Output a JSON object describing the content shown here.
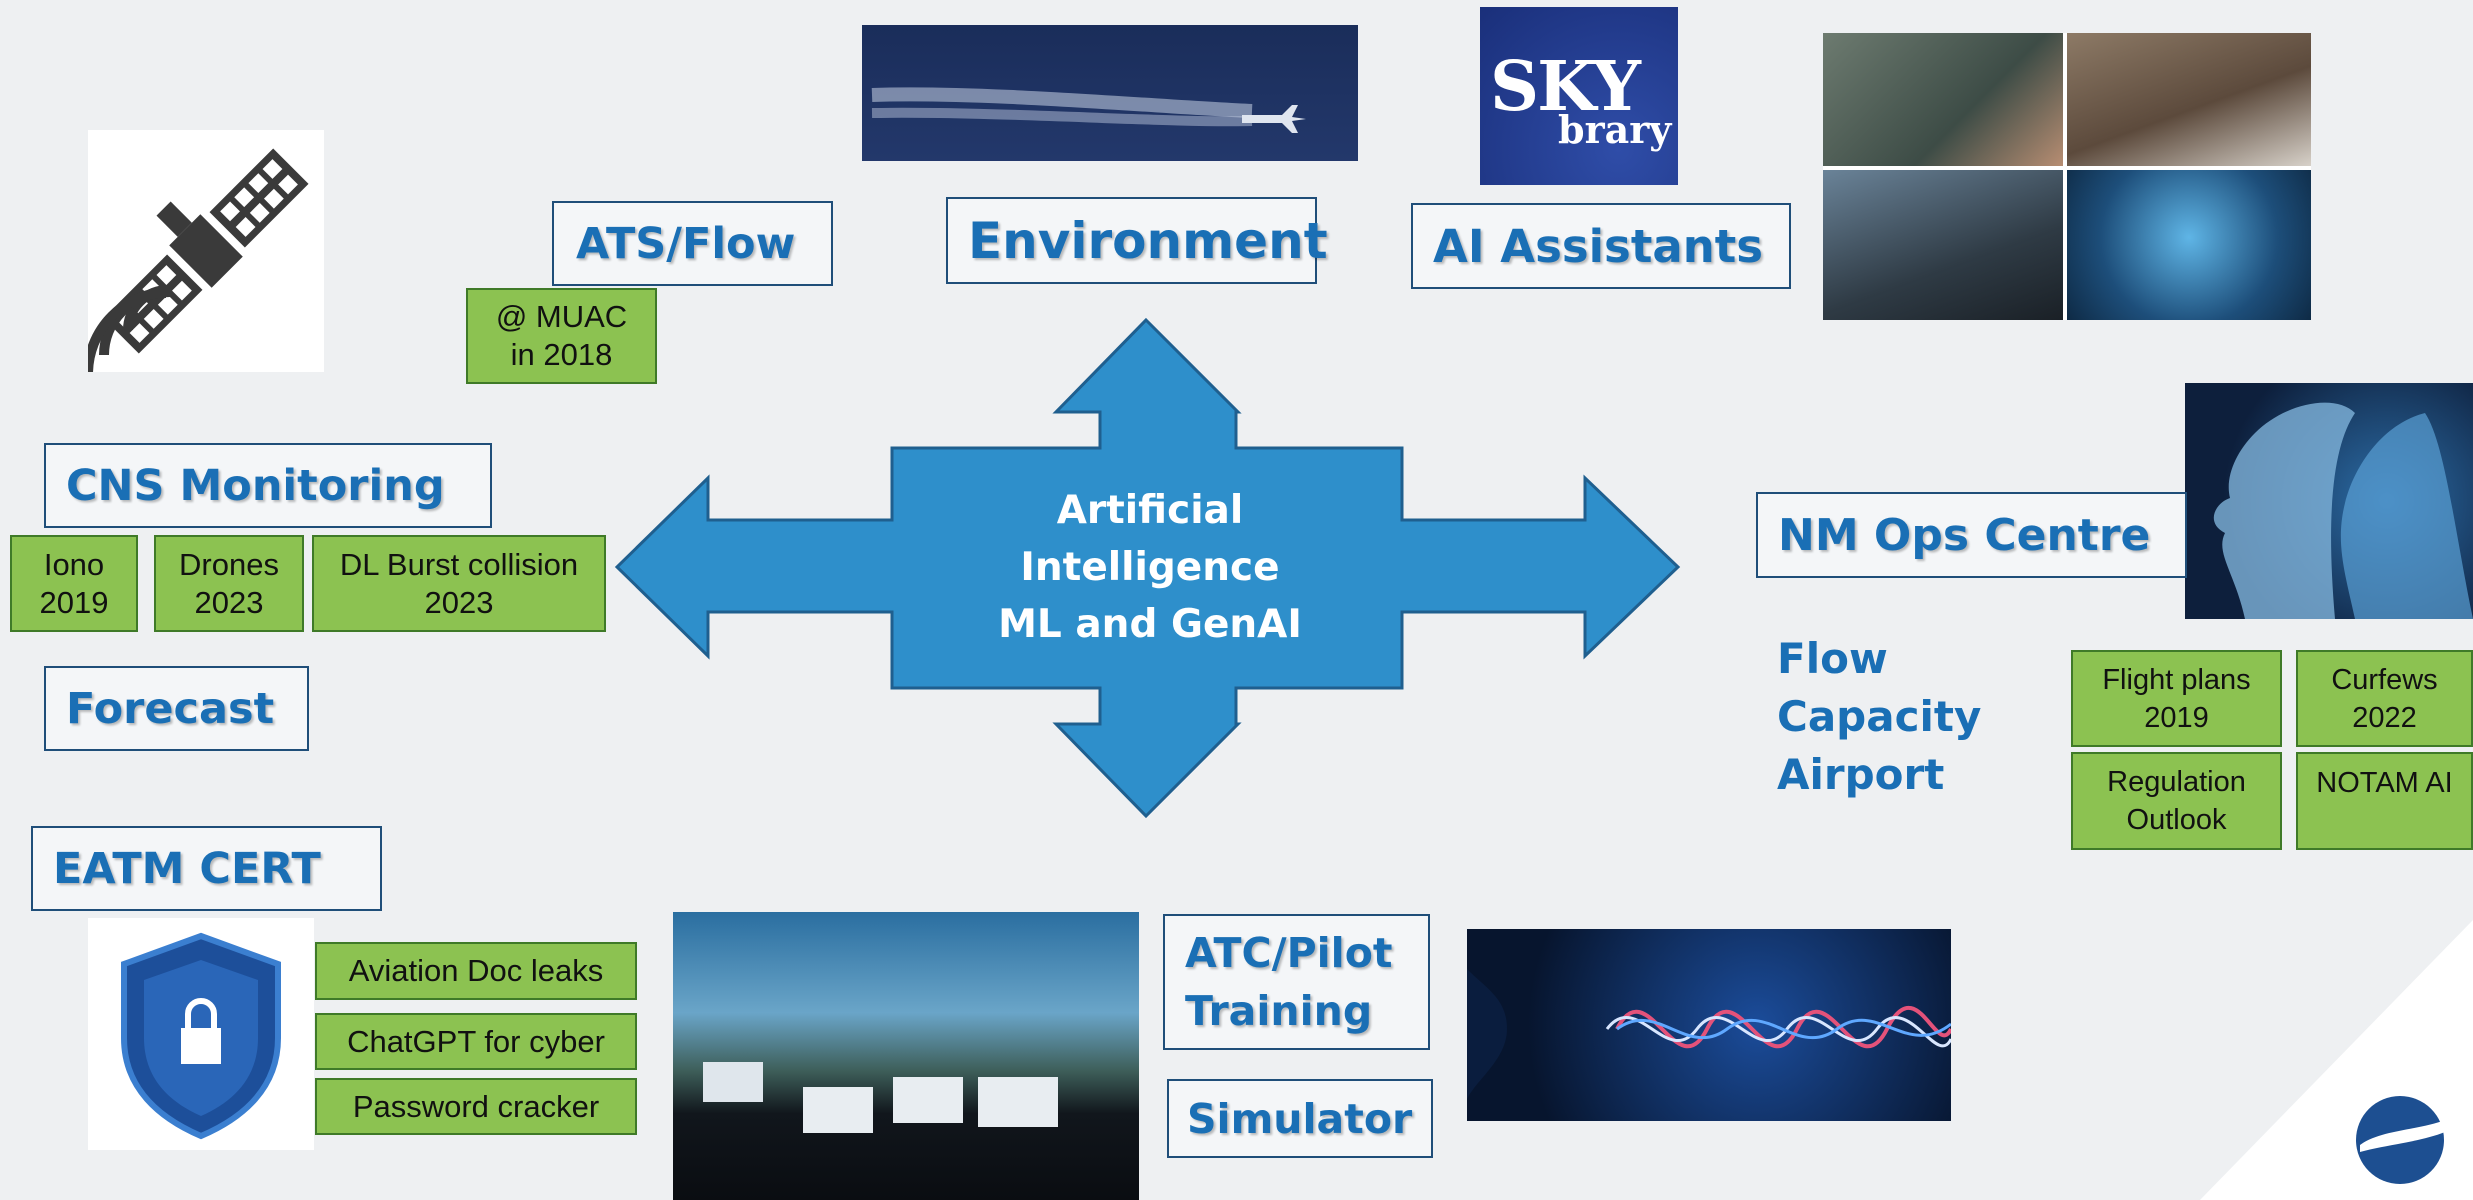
{
  "center": {
    "line1": "Artificial",
    "line2": "Intelligence",
    "line3": "ML and GenAI"
  },
  "titles": {
    "ats_flow": "ATS/Flow",
    "environment": "Environment",
    "ai_assistants": "AI Assistants",
    "cns_monitoring": "CNS Monitoring",
    "forecast": "Forecast",
    "eatm_cert": "EATM CERT",
    "nm_ops_centre": "NM Ops Centre",
    "atc_pilot_line1": "ATC/Pilot",
    "atc_pilot_line2": "Training",
    "simulator": "Simulator"
  },
  "green_boxes": {
    "muac": [
      "@ MUAC",
      "in 2018"
    ],
    "iono": [
      "Iono",
      "2019"
    ],
    "drones": [
      "Drones",
      "2023"
    ],
    "dl_burst": [
      "DL Burst collision",
      "2023"
    ],
    "flight_plans": [
      "Flight plans",
      "2019"
    ],
    "curfews": [
      "Curfews",
      "2022"
    ],
    "regulation": [
      "Regulation",
      "Outlook"
    ],
    "notam": "NOTAM AI",
    "doc_leaks": "Aviation Doc leaks",
    "chatgpt": "ChatGPT for cyber",
    "password": "Password cracker"
  },
  "nm_list": [
    "Flow",
    "Capacity",
    "Airport"
  ],
  "skybrary": {
    "line1": "SKY",
    "line2": "brary"
  },
  "colors": {
    "arrow": "#2e8fcb",
    "green": "#8cc251",
    "title_text": "#1a6fb5",
    "border": "#1f4e79"
  },
  "icons": {
    "satellite": "satellite-icon",
    "shield": "shield-lock-icon",
    "logo": "eurocontrol-logo"
  }
}
